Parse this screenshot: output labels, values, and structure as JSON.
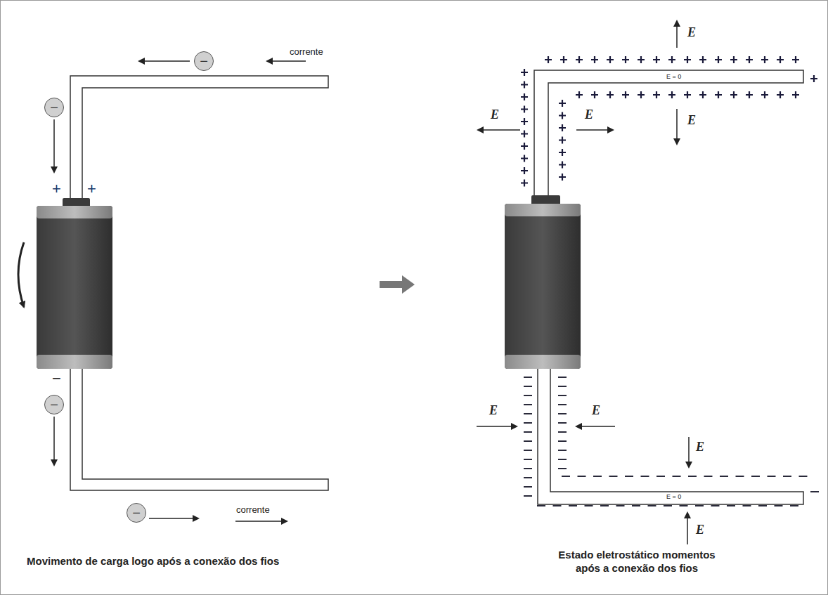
{
  "diagram": {
    "nodes": [
      {
        "text": [
          "−"
        ]
      },
      {
        "text": [
          "−"
        ]
      },
      {
        "text": [
          "−"
        ]
      },
      {
        "text": [
          "−"
        ]
      }
    ],
    "labels": [
      "corrente",
      "corrente",
      "+",
      "+",
      "−",
      "E = 0",
      "E = 0",
      "E⃗",
      "E⃗",
      "E⃗",
      "E⃗",
      "E⃗",
      "E⃗",
      "E⃗",
      "E⃗",
      "Movimento de carga logo após a conexão dos fios",
      "Estado eletrostático momentos após a conexão dos fios"
    ]
  }
}
